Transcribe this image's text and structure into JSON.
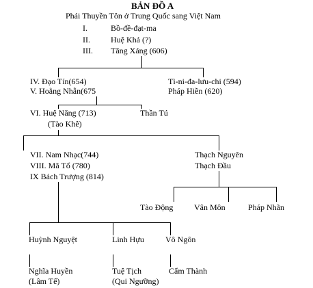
{
  "header": {
    "title": "BẢN ĐỒ A",
    "subtitle": "Phái Thuyền Tôn ở Trung Quốc sang Việt Nam"
  },
  "patriarchs": [
    {
      "num": "I.",
      "name": "Bồ-đề-đạt-ma"
    },
    {
      "num": "II.",
      "name": "Huệ Khả (?)"
    },
    {
      "num": "III.",
      "name": "Tăng Xáng (606)"
    }
  ],
  "left_branch": {
    "line1": "IV. Đạo Tín(654)",
    "line2": "V. Hoằng Nhẫn(675"
  },
  "right_branch": {
    "line1": "Tì-ni-đa-lưu-chi (594)",
    "line2": "Pháp Hiền (620)"
  },
  "sixth": {
    "line1": "VI. Huệ Năng (713)",
    "line2": "(Tào Khê)",
    "sibling": "Thần Tú"
  },
  "seventh": {
    "line1": "VII. Nam Nhạc(744)",
    "line2": "VIII. Mã Tổ (780)",
    "line3": "IX Bách Trượng (814)"
  },
  "thach": {
    "line1": "Thạch Nguyên",
    "line2": "Thạch Đầu"
  },
  "thach_children": [
    "Tào Động",
    "Vân Môn",
    "Pháp Nhãn"
  ],
  "bach_children": [
    "Huỳnh Nguyệt",
    "Linh Hựu",
    "Vô Ngôn"
  ],
  "last": {
    "a1": "Nghĩa Huyền",
    "a2": "(Lâm Tế)",
    "b1": "Tuệ Tịch",
    "b2": "(Qui Ngưỡng)",
    "c1": "Cẩm Thành"
  }
}
